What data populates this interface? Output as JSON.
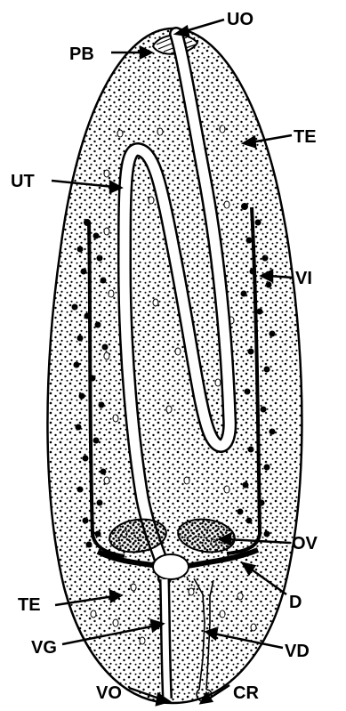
{
  "labels": {
    "uo": "UO",
    "pb": "PB",
    "te_top": "TE",
    "ut": "UT",
    "vi": "VI",
    "ov": "OV",
    "d": "D",
    "te_bottom": "TE",
    "vg": "VG",
    "vd": "VD",
    "vo": "VO",
    "cr": "CR"
  }
}
